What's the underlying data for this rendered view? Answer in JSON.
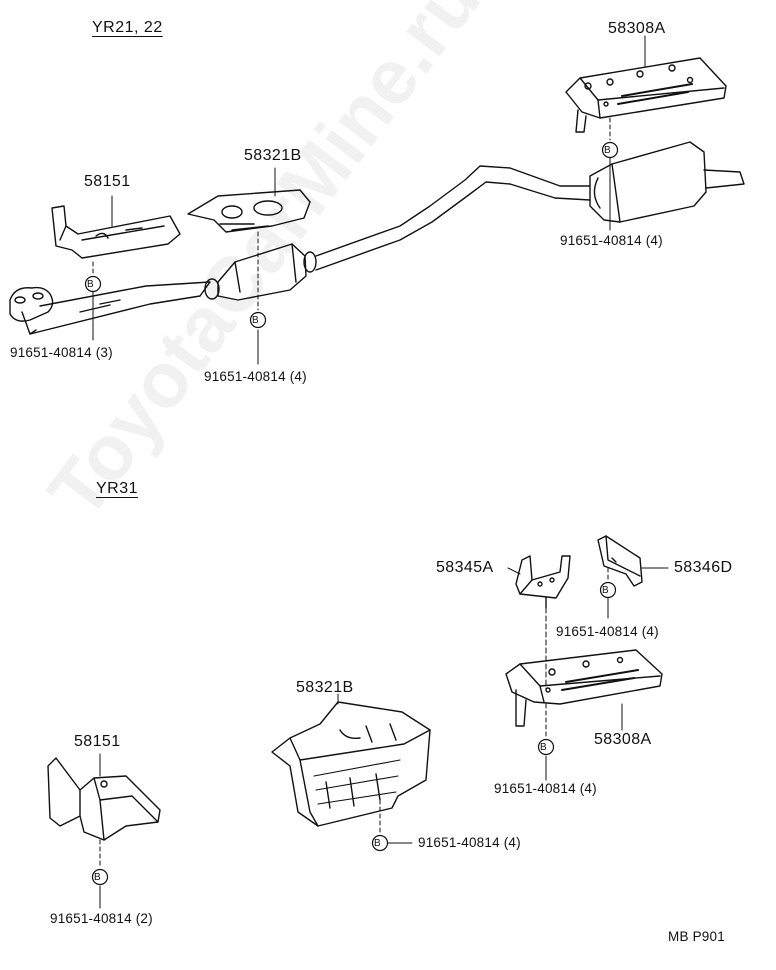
{
  "colors": {
    "line": "#111111",
    "watermark": "#969696"
  },
  "watermark": "ToyotaCarMine.ru",
  "sections": {
    "top": {
      "title": "YR21, 22",
      "parts": {
        "heat_insulator_rear": "58308A",
        "heat_insulator_center": "58321B",
        "heat_insulator_front": "58151"
      },
      "bolts": {
        "front": "91651-40814 (3)",
        "center": "91651-40814 (4)",
        "rear": "91651-40814 (4)"
      },
      "bolt_marker": "B"
    },
    "bottom": {
      "title": "YR31",
      "parts": {
        "bracket_a": "58345A",
        "bracket_d": "58346D",
        "heat_insulator_rear": "58308A",
        "heat_insulator_center": "58321B",
        "heat_insulator_front": "58151"
      },
      "bolts": {
        "bracket": "91651-40814 (4)",
        "rear": "91651-40814 (4)",
        "center": "91651-40814 (4)",
        "front": "91651-40814 (2)"
      },
      "bolt_marker": "B"
    }
  },
  "figure_code": "MB P901"
}
